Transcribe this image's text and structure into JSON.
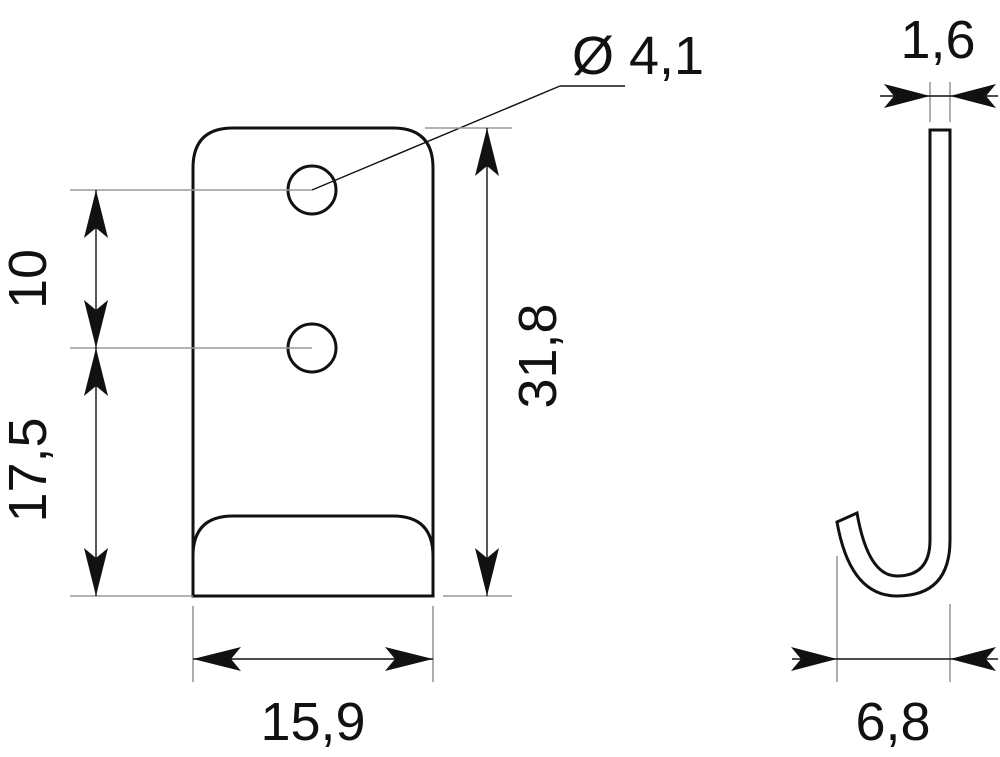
{
  "front_view": {
    "hole_diameter_label": "Ø 4,1",
    "hole_spacing_label": "10",
    "lower_hole_height_label": "17,5",
    "overall_height_label": "31,8",
    "width_label": "15,9"
  },
  "side_view": {
    "thickness_label": "1,6",
    "hook_depth_label": "6,8"
  }
}
